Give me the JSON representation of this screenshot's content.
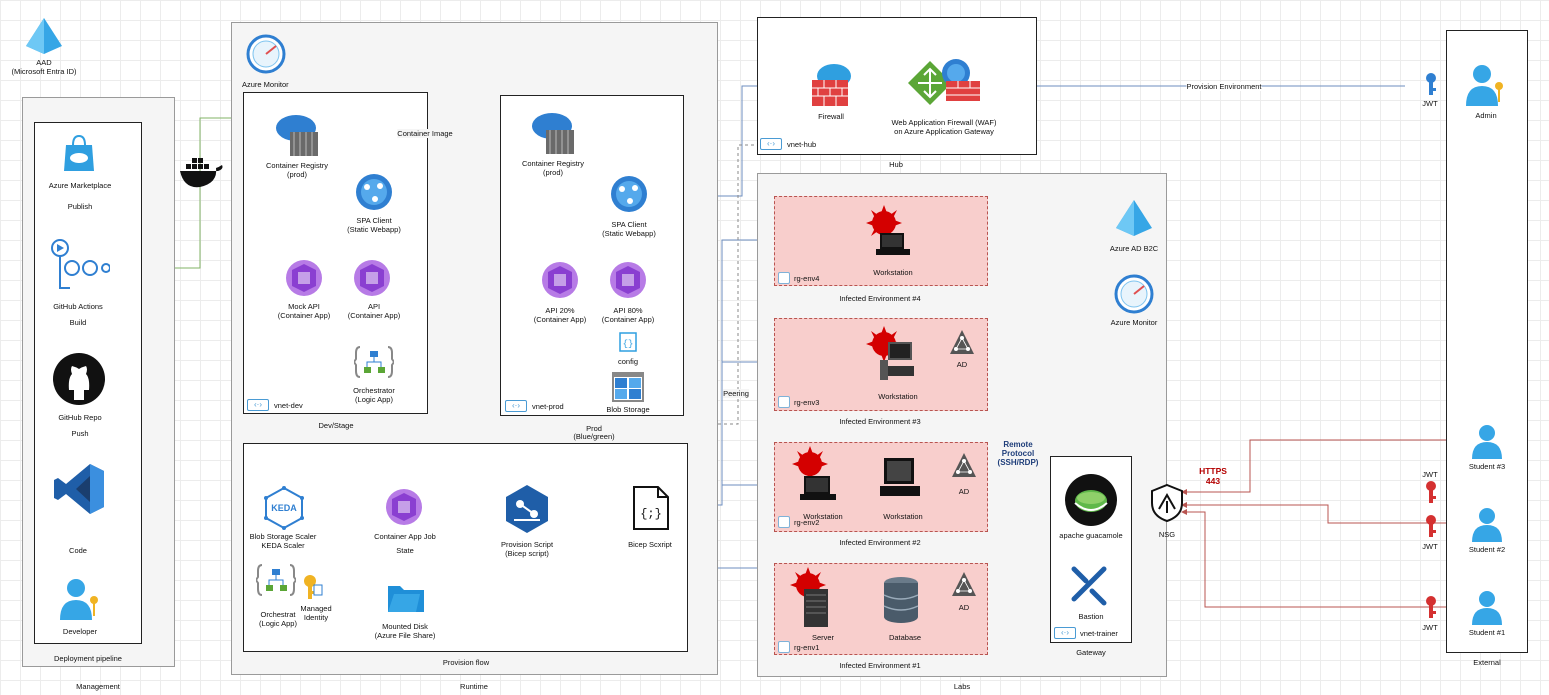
{
  "colors": {
    "azure_blue": "#2f7fd1",
    "green_line": "#82b366",
    "red_line": "#b85450",
    "blue_line": "#6c8ebf",
    "purple": "#8a3fd1"
  },
  "labels": {
    "aad": "AAD",
    "aad_sub": "(Microsoft Entra ID)",
    "azure_marketplace": "Azure Marketplace",
    "publish": "Publish",
    "github_actions": "GitHub Actions",
    "build": "Build",
    "github_repo": "GitHub Repo",
    "push": "Push",
    "code": "Code",
    "developer": "Developer",
    "deployment_pipeline": "Deployment pipeline",
    "management": "Management",
    "azure_monitor_runtime": "Azure Monitor",
    "container_registry": "Container Registry",
    "prod_paren": "(prod)",
    "container_image": "Container Image",
    "spa_client": "SPA Client",
    "static_webapp": "(Static Webapp)",
    "mock_api": "Mock API",
    "container_app_paren": "(Container App)",
    "api": "API",
    "orchestrator": "Orchestrator",
    "logic_app_paren": "(Logic App)",
    "vnet_dev": "vnet-dev",
    "dev_stage": "Dev/Stage",
    "api_20": "API 20%",
    "api_80": "API 80%",
    "config": "config",
    "blob_storage": "Blob Storage",
    "vnet_prod": "vnet-prod",
    "prod": "Prod",
    "blue_green": "(Blue/green)",
    "keda_text": "KEDA",
    "blob_scaler": "Blob Storage Scaler",
    "keda_scaler": "KEDA Scaler",
    "container_app_job": "Container App Job",
    "state": "State",
    "provision_script": "Provision Script",
    "bicep_script_paren": "(Bicep script)",
    "bicep_scxript": "Bicep Scxript",
    "orchestrat": "Orchestrat",
    "logic_app_paren2": "(Logic App)",
    "managed": "Managed",
    "identity": "Identity",
    "mounted_disk": "Mounted Disk",
    "azure_file_share": "(Azure File Share)",
    "provision_flow": "Provision flow",
    "runtime": "Runtime",
    "firewall": "Firewall",
    "waf_1": "Web Application Firewall (WAF)",
    "waf_2": "on Azure Application Gateway",
    "vnet_hub": "vnet-hub",
    "hub": "Hub",
    "provision_environment": "Provision Environment",
    "jwt": "JWT",
    "admin": "Admin",
    "workstation": "Workstation",
    "rg_env4": "rg-env4",
    "infected_4": "Infected Environment #4",
    "azure_ad_b2c": "Azure AD B2C",
    "azure_monitor_labs": "Azure Monitor",
    "ad": "AD",
    "rg_env3": "rg-env3",
    "infected_3": "Infected Environment #3",
    "peering": "Peering",
    "remote_1": "Remote",
    "remote_2": "Protocol",
    "remote_3": "(SSH/RDP)",
    "rg_env2": "rg-env2",
    "infected_2": "Infected Environment #2",
    "server": "Server",
    "database": "Database",
    "rg_env1": "rg-env1",
    "infected_1": "Infected Environment #1",
    "apache_guacamole": "apache guacamole",
    "bastion": "Bastion",
    "vnet_trainer": "vnet-trainer",
    "gateway": "Gateway",
    "labs": "Labs",
    "nsg": "NSG",
    "https": "HTTPS",
    "port": "443",
    "student_3": "Student #3",
    "student_2": "Student #2",
    "student_1": "Student #1",
    "external": "External"
  },
  "icons": [
    "aad-icon",
    "marketplace-icon",
    "github-actions-icon",
    "github-icon",
    "vscode-icon",
    "developer-icon",
    "docker-icon",
    "azure-monitor-icon",
    "container-registry-icon",
    "spa-client-icon",
    "container-app-icon",
    "logic-app-icon",
    "blob-storage-icon",
    "keda-icon",
    "provision-script-icon",
    "bicep-icon",
    "managed-identity-icon",
    "file-share-icon",
    "firewall-icon",
    "waf-icon",
    "key-icon",
    "admin-icon",
    "workstation-icon",
    "ad-icon",
    "server-icon",
    "database-icon",
    "guacamole-icon",
    "bastion-icon",
    "nsg-icon",
    "student-icon"
  ]
}
